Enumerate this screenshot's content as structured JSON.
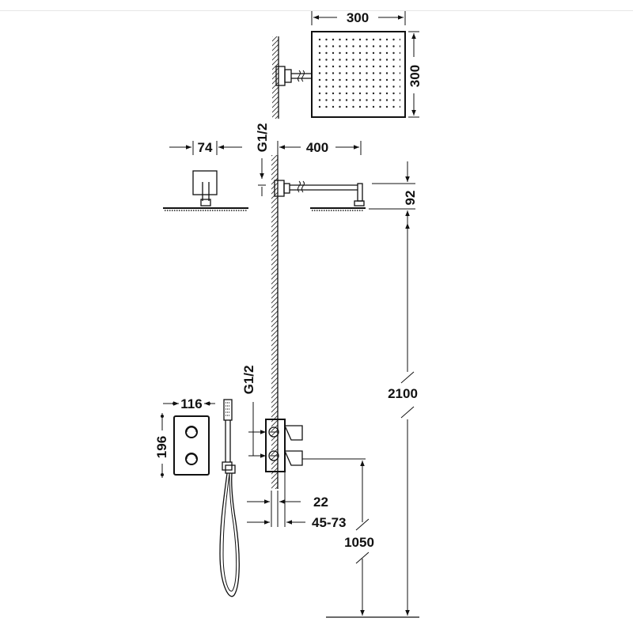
{
  "drawing": {
    "labels": {
      "head_width": "300",
      "head_depth": "300",
      "flange_width": "74",
      "arm_thread": "G1/2",
      "arm_length": "400",
      "head_drop": "92",
      "head_height": "2100",
      "valve_thread": "G1/2",
      "plate_width": "116",
      "plate_height": "196",
      "valve_depth_min": "22",
      "valve_depth_range": "45-73",
      "valve_height": "1050"
    }
  }
}
